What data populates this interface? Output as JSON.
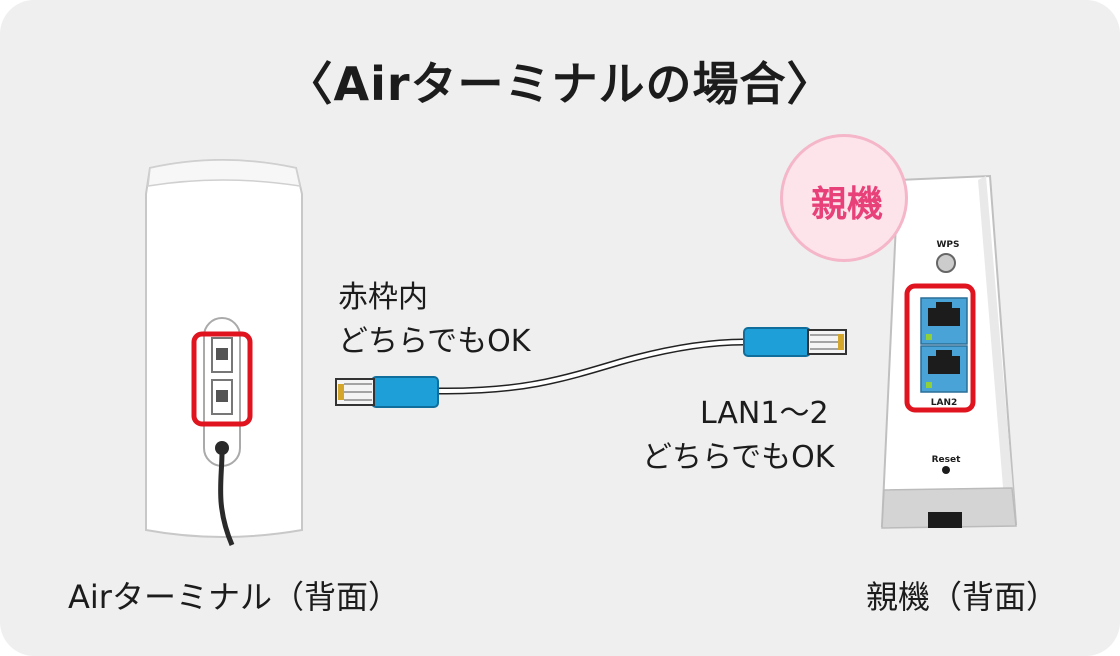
{
  "title": "〈Airターミナルの場合〉",
  "badge": {
    "label": "親機"
  },
  "annotations": {
    "terminal_ports": [
      "赤枠内",
      "どちらでもOK"
    ],
    "router_ports": [
      "LAN1～2",
      "どちらでもOK"
    ]
  },
  "device_labels": {
    "air_terminal": "Airターミナル（背面）",
    "router": "親機（背面）"
  },
  "router_port_labels": {
    "wps": "WPS",
    "lan2": "LAN2",
    "reset": "Reset"
  },
  "colors": {
    "panel": "#efefef",
    "highlight_border": "#e0141e",
    "badge_fill": "#fde3ea",
    "badge_text": "#e8417a",
    "cable_connector": "#1e9fd8",
    "lan_port": "#4aa3d6"
  }
}
